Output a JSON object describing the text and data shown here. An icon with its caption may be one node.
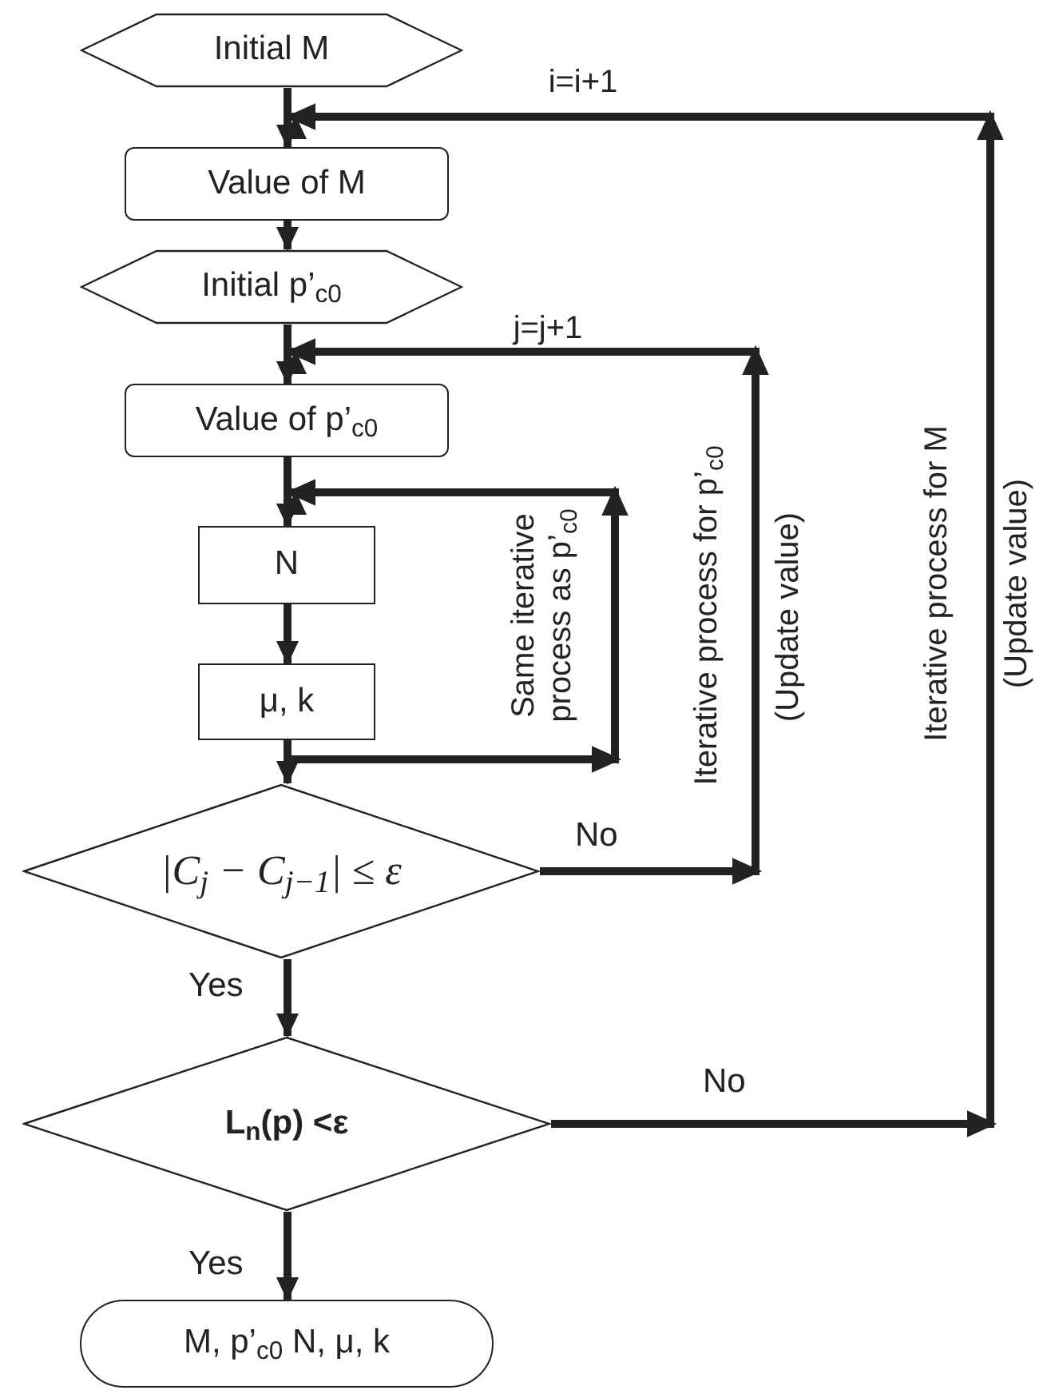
{
  "diagram": {
    "nodes": [
      {
        "text": [
          "Initial M"
        ]
      },
      {
        "text": [
          "Value of M"
        ]
      },
      {
        "text": [
          "Initial p’$_{c0}$"
        ]
      },
      {
        "text": [
          "Value of p’$_{c0}$"
        ]
      },
      {
        "text": [
          "N"
        ]
      },
      {
        "text": [
          "μ, k"
        ]
      },
      {
        "text": [
          "|C$_{j}$ − C$_{j−1}$| ≤ ε"
        ]
      },
      {
        "text": [
          "L$_{n}$(p) <ε"
        ]
      },
      {
        "text": [
          "M, p’$_{c0}$ N, μ, k"
        ]
      }
    ],
    "edges": [
      {
        "from": 0,
        "to": 1,
        "arrow": "to"
      },
      {
        "from": 1,
        "to": 2,
        "arrow": "to"
      },
      {
        "from": 2,
        "to": 3,
        "arrow": "to"
      },
      {
        "from": 3,
        "to": 4,
        "arrow": "to"
      },
      {
        "from": 4,
        "to": 5,
        "arrow": "to"
      },
      {
        "from": 5,
        "to": 6,
        "arrow": "to"
      },
      {
        "from": 6,
        "to": 7,
        "arrow": "to",
        "label": "Yes"
      },
      {
        "from": 7,
        "to": 8,
        "arrow": "to",
        "label": "Yes"
      },
      {
        "from": 5,
        "to": 4,
        "arrow": "to"
      },
      {
        "from": 6,
        "to": 3,
        "arrow": "to",
        "label": "No"
      },
      {
        "from": 7,
        "to": 1,
        "arrow": "to",
        "label": "No"
      }
    ],
    "labels": [
      "i=i+1",
      "j=j+1",
      "Same iterative process as p’$_{c0}$",
      "Iterative process for p’$_{c0}$",
      "(Update value)",
      "Iterative process for M",
      "(Update value)"
    ]
  }
}
